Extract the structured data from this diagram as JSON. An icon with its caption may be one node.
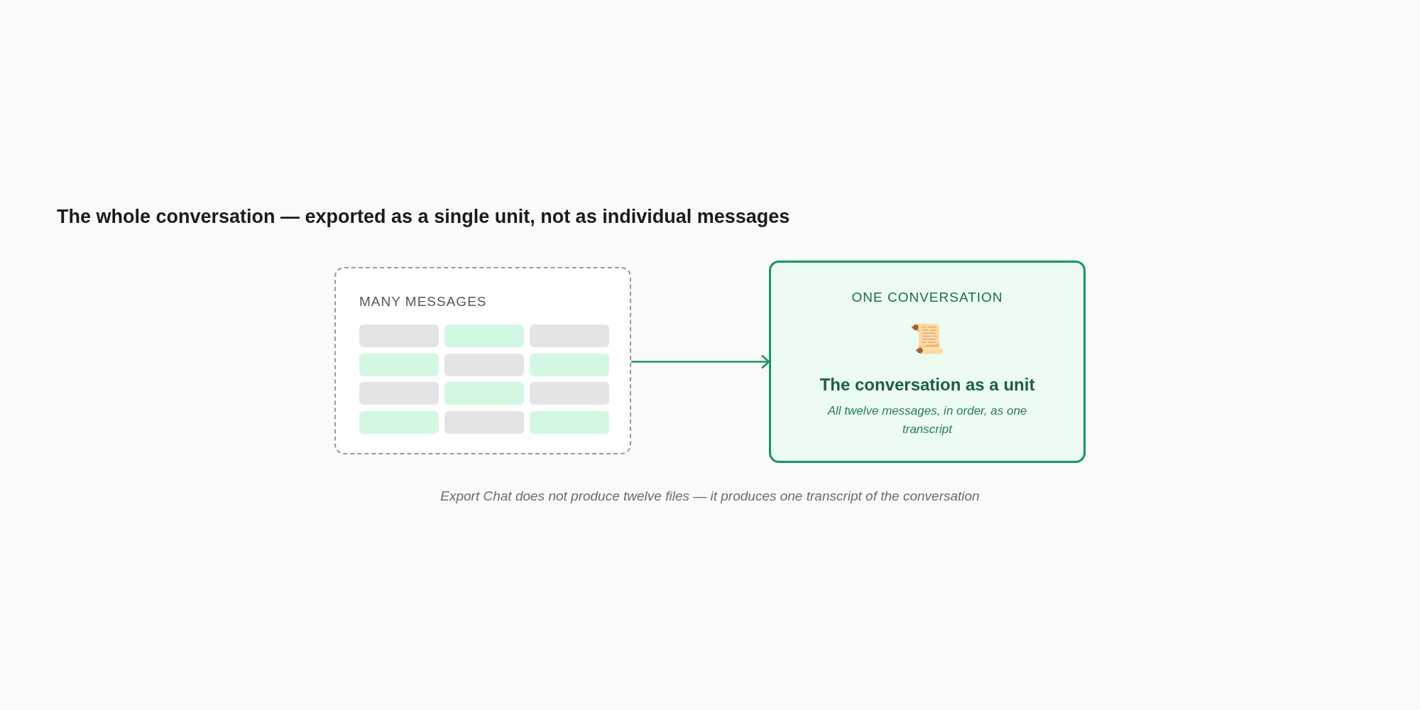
{
  "diagram": {
    "title": "The whole conversation — exported as a single unit, not as individual messages",
    "caption": "Export Chat does not produce twelve files — it produces one transcript of the conversation",
    "nodes": [
      {
        "text": [
          "MANY MESSAGES"
        ]
      },
      {
        "text": [],
        "shape": "box",
        "in": 0
      },
      {
        "text": [],
        "shape": "box",
        "in": 0
      },
      {
        "text": [],
        "shape": "box",
        "in": 0
      },
      {
        "text": [],
        "shape": "box",
        "in": 0
      },
      {
        "text": [],
        "shape": "box",
        "in": 0
      },
      {
        "text": [],
        "shape": "box",
        "in": 0
      },
      {
        "text": [],
        "shape": "box",
        "in": 0
      },
      {
        "text": [],
        "shape": "box",
        "in": 0
      },
      {
        "text": [],
        "shape": "box",
        "in": 0
      },
      {
        "text": [],
        "shape": "box",
        "in": 0
      },
      {
        "text": [],
        "shape": "box",
        "in": 0
      },
      {
        "text": [],
        "shape": "box",
        "in": 0
      },
      {
        "text": [
          "ONE CONVERSATION",
          "📜",
          "The conversation as a unit",
          "All twelve messages, in order, as one transcript"
        ]
      }
    ],
    "edges": [
      {
        "from": 0,
        "to": 13,
        "arrow": "to"
      }
    ]
  }
}
